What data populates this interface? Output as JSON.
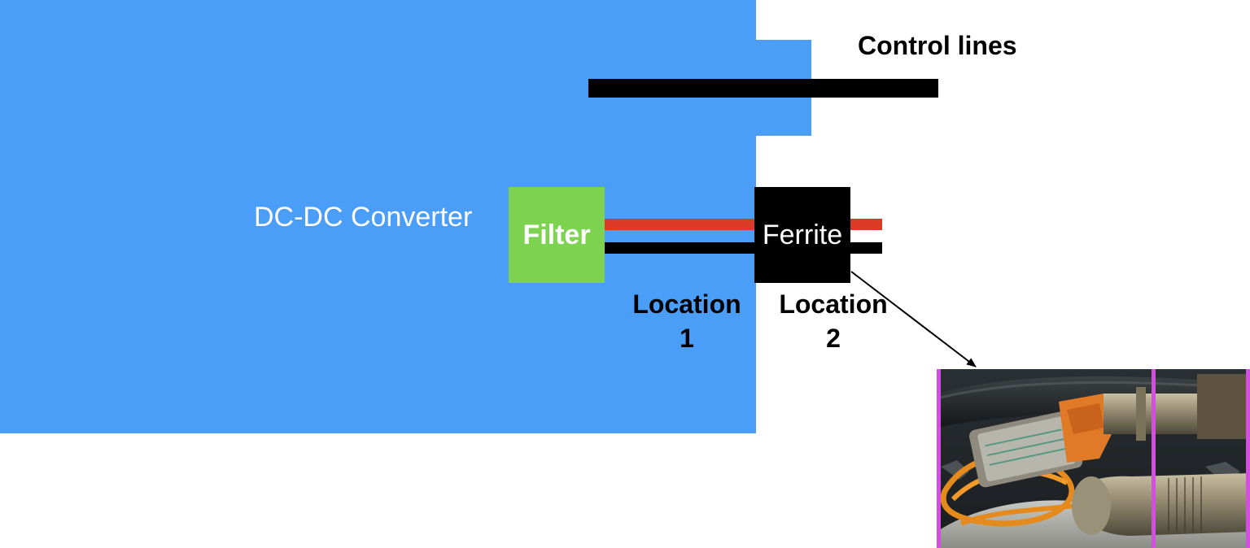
{
  "colors": {
    "converter": "#4a9ef8",
    "filter": "#7dd250",
    "wire_positive": "#db3a26",
    "wire_negative": "#000000",
    "marker": "#d34fe0"
  },
  "converter": {
    "label": "DC-DC Converter"
  },
  "control": {
    "label": "Control lines"
  },
  "filter": {
    "label": "Filter"
  },
  "ferrite": {
    "label": "Ferrite"
  },
  "locations": [
    {
      "line1": "Location",
      "line2": "1"
    },
    {
      "line1": "Location",
      "line2": "2"
    }
  ],
  "photo": {
    "subject": "ferrite-on-cable-photo",
    "marker_lines": 3
  }
}
